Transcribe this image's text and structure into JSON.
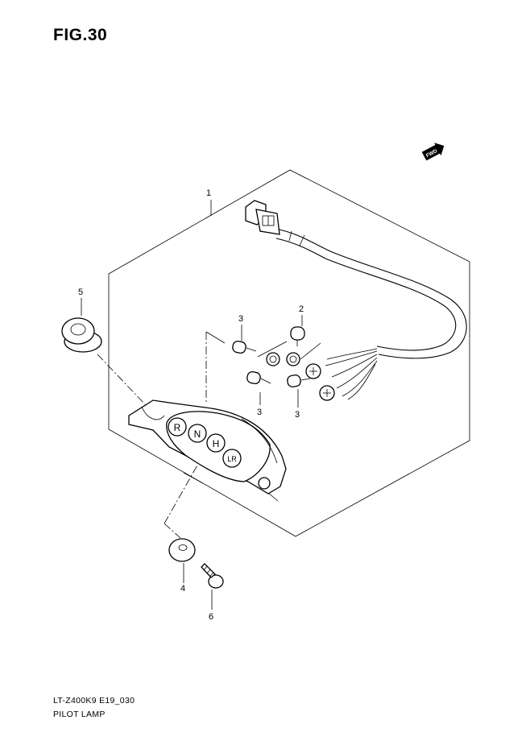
{
  "figure": {
    "title": "FIG.30"
  },
  "footer": {
    "model_code": "LT-Z400K9 E19_030",
    "part_group": "PILOT LAMP"
  },
  "fwd_badge": {
    "label": "FWD"
  },
  "callouts": [
    {
      "id": "c1",
      "number": "1"
    },
    {
      "id": "c2",
      "number": "2"
    },
    {
      "id": "c3a",
      "number": "3"
    },
    {
      "id": "c3b",
      "number": "3"
    },
    {
      "id": "c3c",
      "number": "3"
    },
    {
      "id": "c4",
      "number": "4"
    },
    {
      "id": "c5",
      "number": "5"
    },
    {
      "id": "c6",
      "number": "6"
    }
  ],
  "indicator_letters": [
    "R",
    "N",
    "H",
    "LR"
  ]
}
